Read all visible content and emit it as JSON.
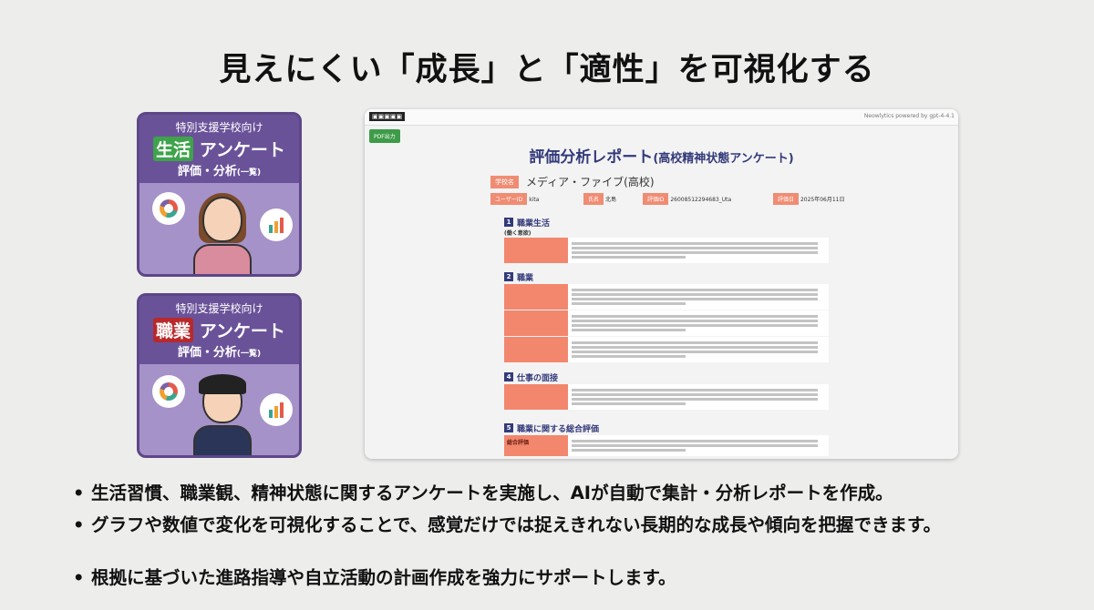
{
  "title": "見えにくい「成長」と「適性」を可視化する",
  "cards": [
    {
      "subtitle": "特別支援学校向け",
      "tag": "生活",
      "tag_color": "#3ea34a",
      "main": "アンケート",
      "eval": "評価・分析",
      "paren": "(一覧)"
    },
    {
      "subtitle": "特別支援学校向け",
      "tag": "職業",
      "tag_color": "#b8292b",
      "main": "アンケート",
      "eval": "評価・分析",
      "paren": "(一覧)"
    }
  ],
  "report": {
    "logo": "",
    "powered": "Neowlytics powered by gpt-4-4.1",
    "pdf_button": "PDF出力",
    "title": "評価分析レポート",
    "title_sub": "(高校精神状態アンケート)",
    "school_label": "学校名",
    "school": "メディア・ファイブ(高校)",
    "user_label": "ユーザーID",
    "user": "kita",
    "name_label": "氏名",
    "name": "北島",
    "evalid_label": "評価ID",
    "evalid": "26008512294683_Uta",
    "date_label": "評価日",
    "date": "2025年06月11日",
    "sections": [
      {
        "num": "1",
        "title": "職業生活",
        "sub": "(働く意欲)",
        "rows": [
          {
            "lines": 4
          }
        ]
      },
      {
        "num": "2",
        "title": "職業",
        "rows": [
          {
            "lines": 4
          },
          {
            "lines": 4
          },
          {
            "lines": 4
          }
        ]
      },
      {
        "num": "4",
        "title": "仕事の面接",
        "rows": [
          {
            "lines": 4
          }
        ]
      },
      {
        "num": "5",
        "title": "職業に関する総合評価",
        "rows": [
          {
            "label": "総合評価",
            "lines": 3
          }
        ]
      }
    ]
  },
  "bullets": [
    "生活習慣、職業観、精神状態に関するアンケートを実施し、AIが自動で集計・分析レポートを作成。",
    "グラフや数値で変化を可視化することで、感覚だけでは捉えきれない長期的な成長や傾向を把握できます。",
    "根拠に基づいた進路指導や自立活動の計画作成を強力にサポートします。"
  ]
}
